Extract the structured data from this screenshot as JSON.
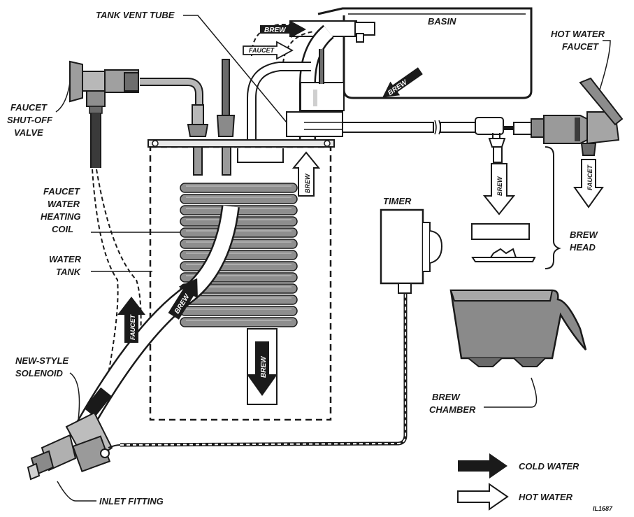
{
  "labels": {
    "tank_vent_tube": "TANK VENT TUBE",
    "basin": "BASIN",
    "hot_water_faucet_line1": "HOT WATER",
    "hot_water_faucet_line2": "FAUCET",
    "faucet_shutoff_line1": "FAUCET",
    "faucet_shutoff_line2": "SHUT-OFF",
    "faucet_shutoff_line3": "VALVE",
    "heating_coil_line1": "FAUCET",
    "heating_coil_line2": "WATER",
    "heating_coil_line3": "HEATING",
    "heating_coil_line4": "COIL",
    "water_tank_line1": "WATER",
    "water_tank_line2": "TANK",
    "timer": "TIMER",
    "brew_head_line1": "BREW",
    "brew_head_line2": "HEAD",
    "solenoid_line1": "NEW-STYLE",
    "solenoid_line2": "SOLENOID",
    "brew_chamber_line1": "BREW",
    "brew_chamber_line2": "CHAMBER",
    "inlet_fitting": "INLET FITTING",
    "figure_id": "IL1687"
  },
  "arrows": {
    "brew": "BREW",
    "faucet": "FAUCET"
  },
  "legend": {
    "cold_water": "COLD WATER",
    "hot_water": "HOT WATER"
  },
  "colors": {
    "ink": "#1a1a1a",
    "coil": "#8e8e8e",
    "coil_dark": "#5a5a5a",
    "metal": "#b8b8b8",
    "hose": "#2a2a2a"
  }
}
